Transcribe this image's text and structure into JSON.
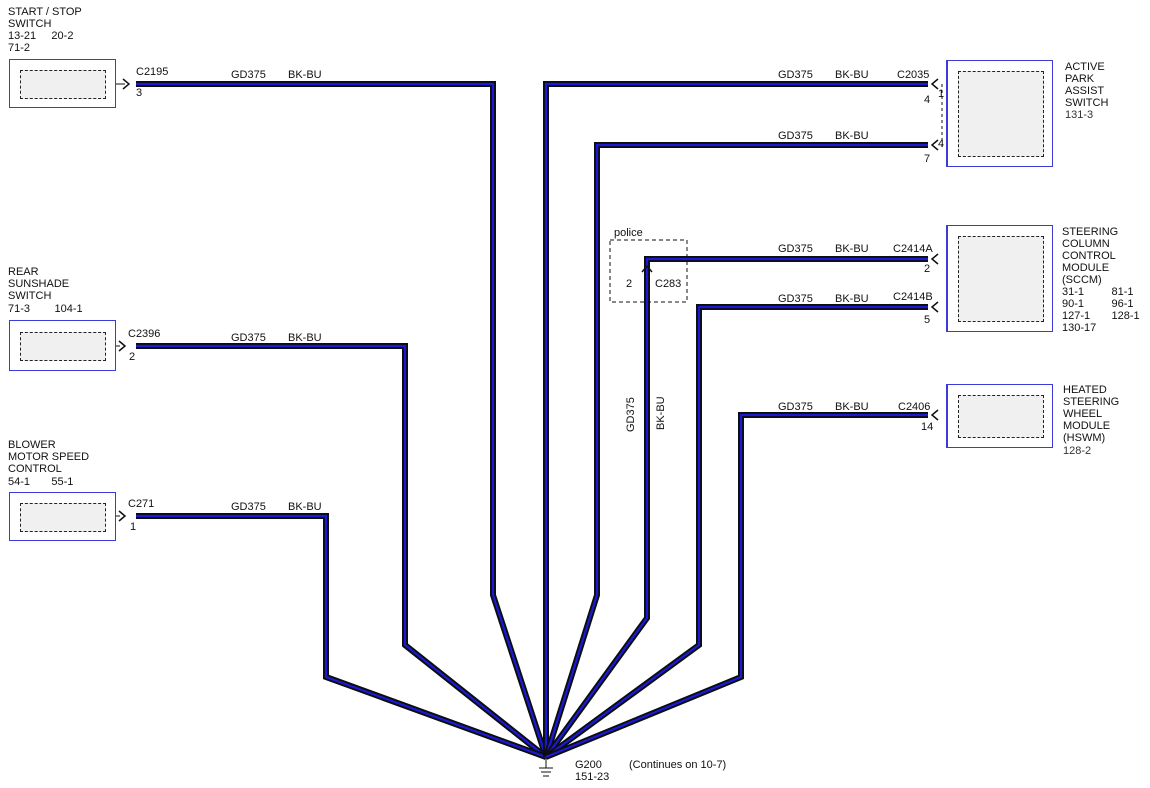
{
  "left_components": [
    {
      "name_lines": [
        "START / STOP",
        "SWITCH"
      ],
      "ref_lines": [
        "13-21     20-2",
        "71-2"
      ],
      "connector": "C2195",
      "pin": "3",
      "wire_code": "GD375",
      "wire_color": "BK-BU"
    },
    {
      "name_lines": [
        "REAR",
        "SUNSHADE",
        "SWITCH"
      ],
      "ref_lines": [
        "71-3        104-1"
      ],
      "connector": "C2396",
      "pin": "2",
      "wire_code": "GD375",
      "wire_color": "BK-BU"
    },
    {
      "name_lines": [
        "BLOWER",
        "MOTOR SPEED",
        "CONTROL"
      ],
      "ref_lines": [
        "54-1       55-1"
      ],
      "connector": "C271",
      "pin": "1",
      "wire_code": "GD375",
      "wire_color": "BK-BU"
    }
  ],
  "right_components": [
    {
      "name_lines": [
        "ACTIVE",
        "PARK",
        "ASSIST",
        "SWITCH"
      ],
      "ref_lines": [
        "131-3"
      ],
      "connector": "C2035",
      "pins": [
        "4",
        "7"
      ],
      "wire_code": "GD375",
      "wire_color": "BK-BU",
      "internal_pins": [
        "1",
        "4"
      ]
    },
    {
      "name_lines": [
        "STEERING",
        "COLUMN",
        "CONTROL",
        "MODULE",
        "(SCCM)"
      ],
      "ref_lines": [
        "31-1         81-1",
        "90-1         96-1",
        "127-1       128-1",
        "130-17"
      ],
      "connectors": [
        "C2414A",
        "C2414B"
      ],
      "pins": [
        "2",
        "5"
      ],
      "wire_code": "GD375",
      "wire_color": "BK-BU"
    },
    {
      "name_lines": [
        "HEATED",
        "STEERING",
        "WHEEL",
        "MODULE",
        "(HSWM)"
      ],
      "ref_lines": [
        "128-2"
      ],
      "connector": "C2406",
      "pin": "14",
      "wire_code": "GD375",
      "wire_color": "BK-BU"
    }
  ],
  "splice": {
    "option_label": "police",
    "connector": "C283",
    "pin": "2",
    "wire_code": "GD375",
    "wire_color": "BK-BU"
  },
  "ground": {
    "name": "G200",
    "ref": "151-23",
    "note": "(Continues on 10-7)"
  },
  "colors": {
    "wire_fill": "#1a1ad6",
    "wire_outline": "#0d0d0d",
    "box_border": "#3b3bd8",
    "box_fill": "#f0f0f0"
  }
}
